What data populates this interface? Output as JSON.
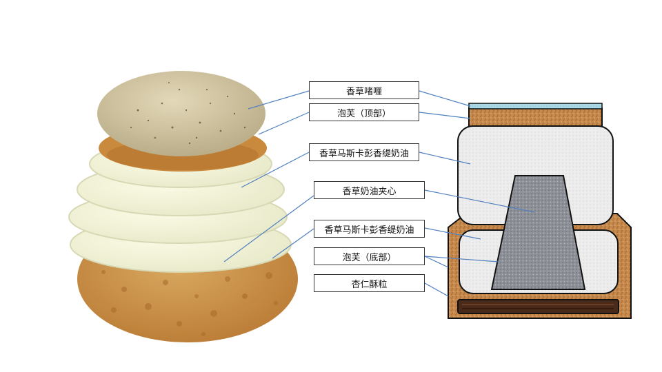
{
  "labels": [
    {
      "id": "vanilla-macaron",
      "text": "香草啫喱"
    },
    {
      "id": "choux-top",
      "text": "泡芙（顶部）"
    },
    {
      "id": "mascarpone-top",
      "text": "香草马斯卡彭香缇奶油"
    },
    {
      "id": "cream-filling",
      "text": "香草奶油夹心"
    },
    {
      "id": "mascarpone-bottom",
      "text": "香草马斯卡彭香缇奶油"
    },
    {
      "id": "choux-bottom",
      "text": "泡芙（底部）"
    },
    {
      "id": "almond-crumble",
      "text": "杏仁酥粒"
    }
  ],
  "colors": {
    "choux": "#c8894a",
    "cream": "#eeeeee",
    "filling": "#888c92",
    "gel": "#a9d8e6",
    "base": "#4a2a1a",
    "outline": "#111111",
    "leader": "#4f7fbf"
  }
}
